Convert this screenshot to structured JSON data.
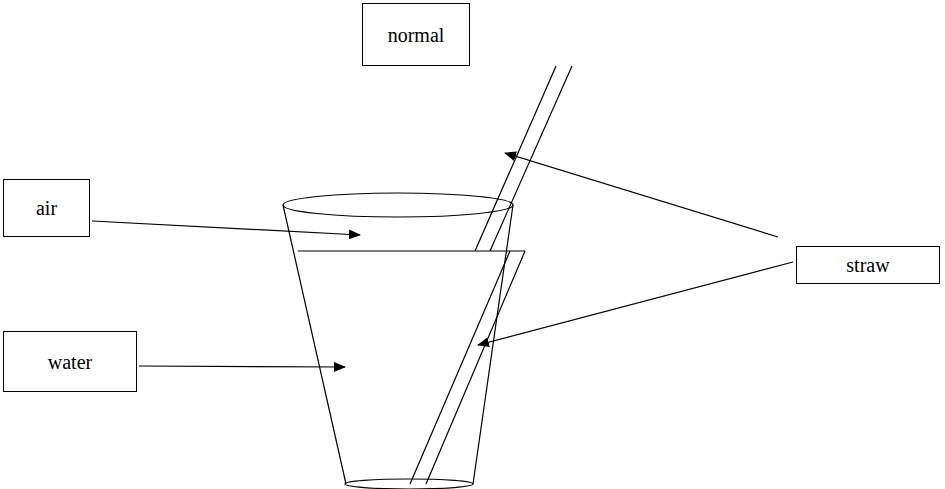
{
  "diagram": {
    "nodes": [
      {
        "text": [
          "normal"
        ]
      },
      {
        "text": [
          "air"
        ]
      },
      {
        "text": [
          "straw"
        ]
      },
      {
        "text": [
          "water"
        ]
      }
    ]
  }
}
